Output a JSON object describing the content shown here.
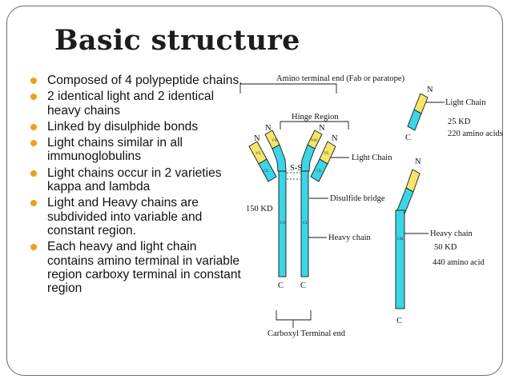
{
  "slide": {
    "title": "Basic structure",
    "bullets": [
      "Composed of 4 polypeptide chains.",
      "2 identical light and 2 identical heavy chains",
      "Linked by disulphide bonds",
      "Light chains similar in all immunoglobulins",
      "Light chains occur in 2 varieties kappa and lambda",
      "Light and Heavy chains are subdivided into variable and constant region.",
      "Each heavy and light chain contains amino terminal in variable region carboxy terminal in constant region"
    ],
    "bullet_color": "#e8a21a"
  },
  "diagram": {
    "colors": {
      "variable": "#f5e66b",
      "constant": "#3ad6e6",
      "outline": "#1a1a1a"
    },
    "labels": {
      "amino_terminal": "Amino terminal end (Fab or paratope)",
      "hinge": "Hinge Region",
      "light_chain": "Light Chain",
      "disulfide": "Disulfide bridge",
      "heavy_chain": "Heavy chain",
      "carboxyl": "Carboxyl Terminal end",
      "mw_antibody": "150 KD",
      "n": "N",
      "c": "C",
      "ss": "S-S",
      "vl": "VL",
      "vh": "VH",
      "cl": "CL",
      "ch": "CH"
    },
    "light_panel": {
      "title": "Light Chain",
      "kd": "25 KD",
      "aa": "220 amino acids"
    },
    "heavy_panel": {
      "title": "Heavy chain",
      "kd": "50 KD",
      "aa": "440 amino acid"
    }
  }
}
